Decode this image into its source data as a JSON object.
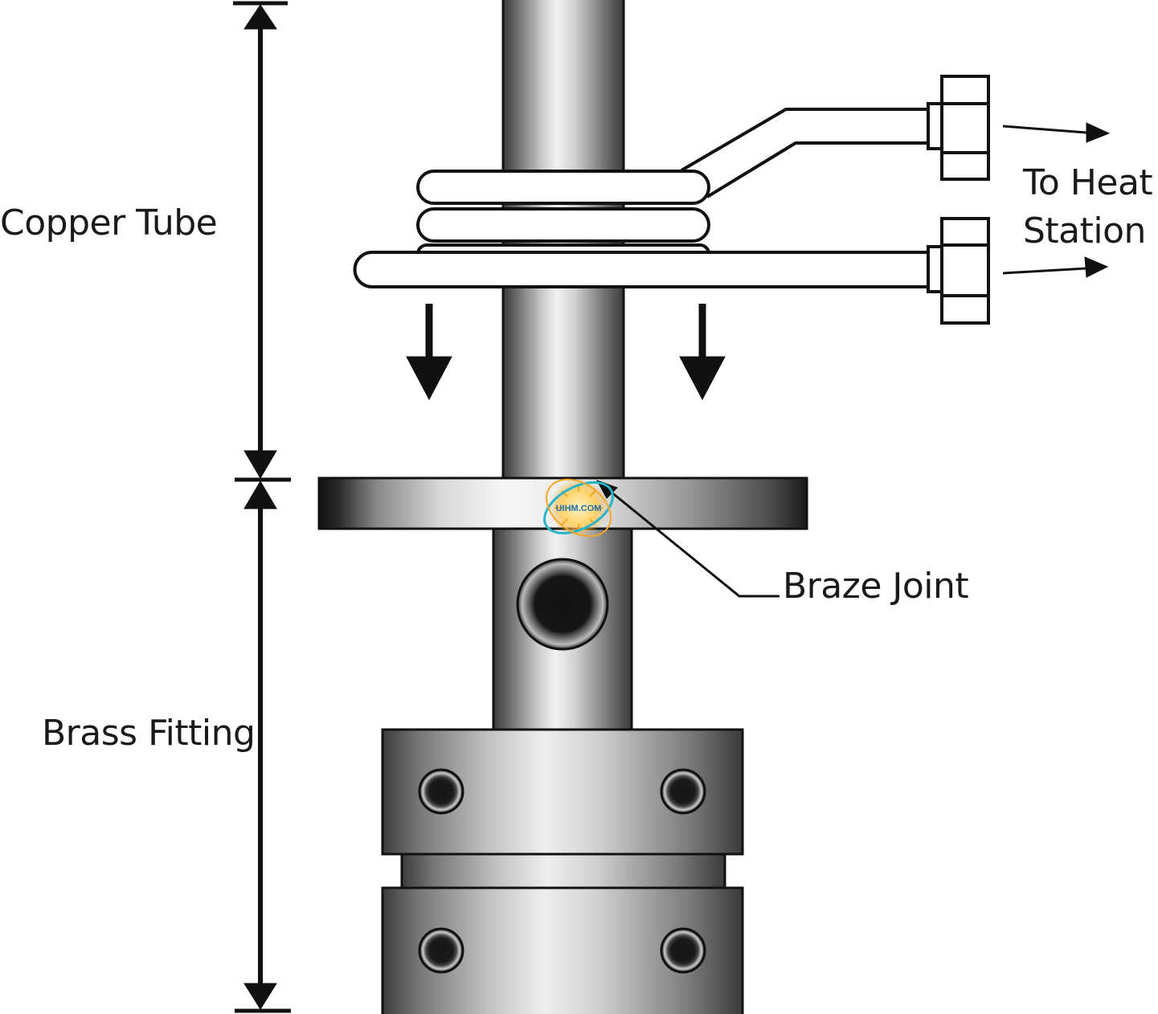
{
  "labels": {
    "copper_tube": "Copper Tube",
    "brass_fitting": "Brass Fitting",
    "to_heat": "To Heat",
    "station": "Station",
    "braze_joint": "Braze Joint"
  },
  "logo": {
    "text": "UIHM.COM"
  },
  "colors": {
    "outline": "#111111",
    "logo_orange": "#f5a623",
    "logo_teal": "#26b5c9"
  }
}
